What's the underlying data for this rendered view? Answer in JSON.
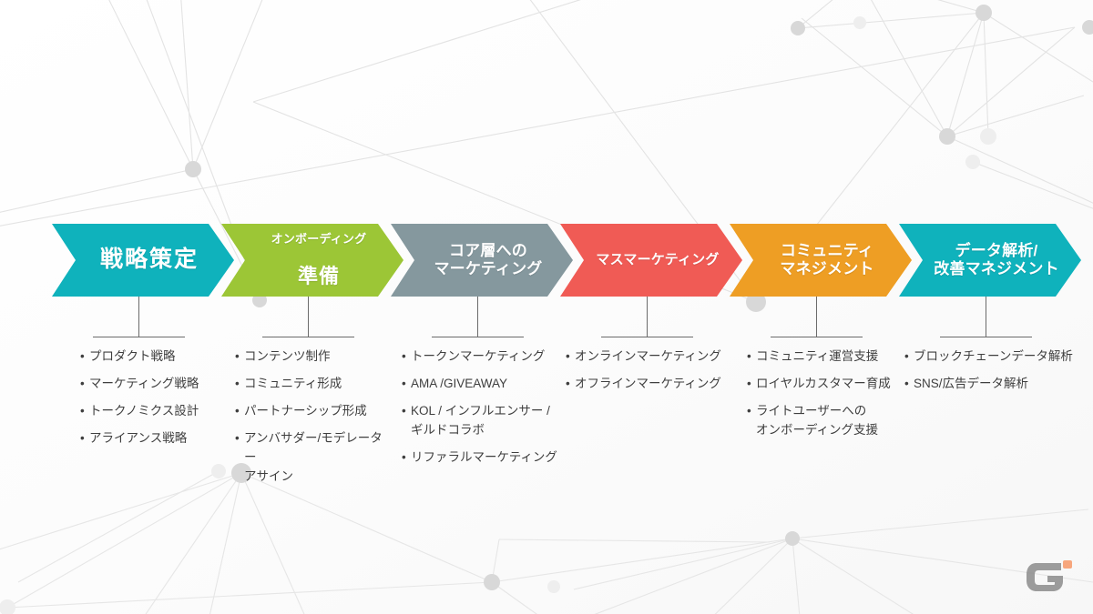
{
  "slide": {
    "background_color": "#fbfbfb",
    "accent_colors": {
      "teal": "#0FB2BC",
      "green": "#9CC636",
      "gray": "#85989E",
      "red": "#F05B55",
      "orange": "#EE9E24"
    }
  },
  "phases": [
    {
      "id": "strategy",
      "label": "戦略策定",
      "label_top": "",
      "label_main": "戦略策定",
      "color": "#0FB2BC",
      "size": "size-lg",
      "two_tone": false,
      "items": [
        "プロダクト戦略",
        "マーケティング戦略",
        "トークノミクス設計",
        "アライアンス戦略"
      ]
    },
    {
      "id": "onboarding",
      "label": "オンボーディング\n準備",
      "label_top": "オンボーディング",
      "label_main": "準備",
      "color": "#9CC636",
      "size": "size-md",
      "two_tone": true,
      "items": [
        "コンテンツ制作",
        "コミュニティ形成",
        "パートナーシップ形成",
        "アンバサダー/モデレーター\nアサイン"
      ]
    },
    {
      "id": "core-marketing",
      "label": "コア層への\nマーケティング",
      "label_top": "",
      "label_main": "コア層への\nマーケティング",
      "color": "#85989E",
      "size": "size-md",
      "two_tone": false,
      "items": [
        "トークンマーケティング",
        "AMA /GIVEAWAY",
        "KOL / インフルエンサー /\nギルドコラボ",
        "リファラルマーケティング"
      ]
    },
    {
      "id": "mass-marketing",
      "label": "マスマーケティング",
      "label_top": "",
      "label_main": "マスマーケティング",
      "color": "#F05B55",
      "size": "size-sm",
      "two_tone": false,
      "items": [
        "オンラインマーケティング",
        "オフラインマーケティング"
      ]
    },
    {
      "id": "community-management",
      "label": "コミュニティ\nマネジメント",
      "label_top": "",
      "label_main": "コミュニティ\nマネジメント",
      "color": "#EE9E24",
      "size": "size-md",
      "two_tone": false,
      "items": [
        "コミュニティ運営支援",
        "ロイヤルカスタマー育成",
        "ライトユーザーへの\nオンボーディング支援"
      ]
    },
    {
      "id": "data-analysis",
      "label": "データ解析/\n改善マネジメント",
      "label_top": "",
      "label_main": "データ解析/\n改善マネジメント",
      "color": "#0FB2BC",
      "size": "size-md",
      "two_tone": false,
      "items": [
        "ブロックチェーンデータ解析",
        "SNS/広告データ解析"
      ]
    }
  ],
  "watermark": {
    "name": "g-logo",
    "letter": "G",
    "body_color": "#8c8c8c",
    "dot_color": "#f79968"
  },
  "bullet_marker": "•"
}
